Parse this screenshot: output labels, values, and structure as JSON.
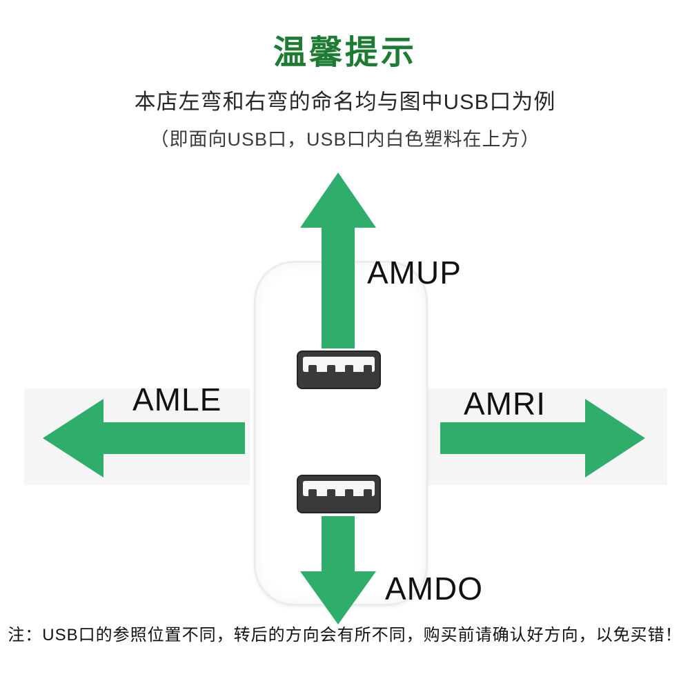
{
  "header": {
    "title": "温馨提示",
    "subtitle": "本店左弯和右弯的命名均与图中USB口为例",
    "parenthetical": "（即面向USB口，USB口内白色塑料在上方）"
  },
  "diagram": {
    "device": "usb-charger-with-two-usb-a-ports",
    "arrows": [
      {
        "direction": "up",
        "label": "AMUP"
      },
      {
        "direction": "left",
        "label": "AMLE"
      },
      {
        "direction": "right",
        "label": "AMRI"
      },
      {
        "direction": "down",
        "label": "AMDO"
      }
    ]
  },
  "footer": {
    "note": "注：USB口的参照位置不同，转后的方向会有所不同，购买前请确认好方向，以免买错！"
  },
  "colors": {
    "title_green": "#1e7b33",
    "arrow_green": "#2fae6b",
    "port_dark": "#3a3a3a",
    "band_gray": "#f5f5f5"
  }
}
